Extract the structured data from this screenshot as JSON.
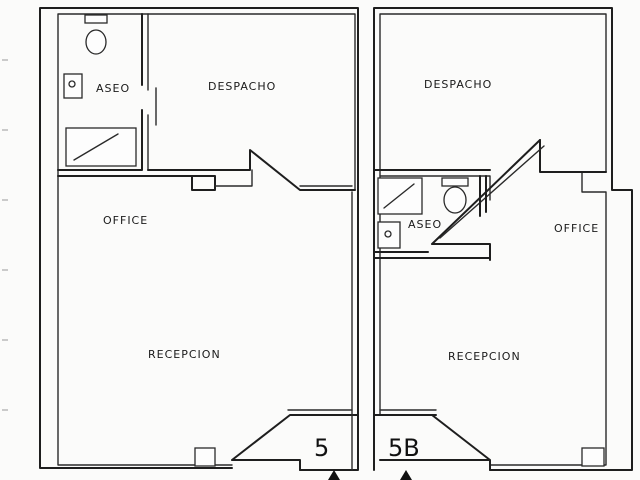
{
  "units": [
    {
      "number": "5",
      "rooms": {
        "aseo": "ASEO",
        "despacho": "DESPACHO",
        "office": "OFFICE",
        "recepcion": "RECEPCION"
      }
    },
    {
      "number": "5B",
      "rooms": {
        "aseo": "ASEO",
        "despacho": "DESPACHO",
        "office": "OFFICE",
        "recepcion": "RECEPCION"
      }
    }
  ],
  "icons": {
    "entrance": "up-arrow-icon",
    "toilet": "toilet-icon",
    "sink": "sink-icon",
    "shower": "shower-icon"
  },
  "colors": {
    "ink": "#1e1e1e",
    "paper": "#fbfbfa"
  }
}
